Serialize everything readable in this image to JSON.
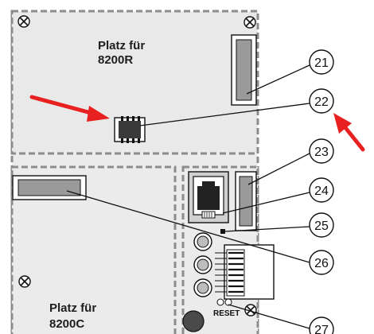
{
  "zones": {
    "top": {
      "line1": "Platz für",
      "line2": "8200R"
    },
    "bottom": {
      "line1": "Platz für",
      "line2": "8200C"
    }
  },
  "reset_label": "RESET",
  "callouts": [
    {
      "id": "c21",
      "label": "21"
    },
    {
      "id": "c22",
      "label": "22"
    },
    {
      "id": "c23",
      "label": "23"
    },
    {
      "id": "c24",
      "label": "24"
    },
    {
      "id": "c25",
      "label": "25"
    },
    {
      "id": "c26",
      "label": "26"
    },
    {
      "id": "c27",
      "label": "27"
    }
  ],
  "icons": {
    "screw": "screw-icon",
    "arrow": "red-arrow-icon",
    "chip": "dip8-chip-icon",
    "jack": "rj-jack-icon",
    "led": "led-icon",
    "potentiometer": "potentiometer-icon",
    "dip_switch": "dip-switch-icon",
    "button": "reset-button-icon"
  },
  "colors": {
    "arrow": "#e8201f",
    "board_fill": "#ebebeb",
    "dashed_border": "#8c8c8c",
    "ink": "#111111"
  }
}
